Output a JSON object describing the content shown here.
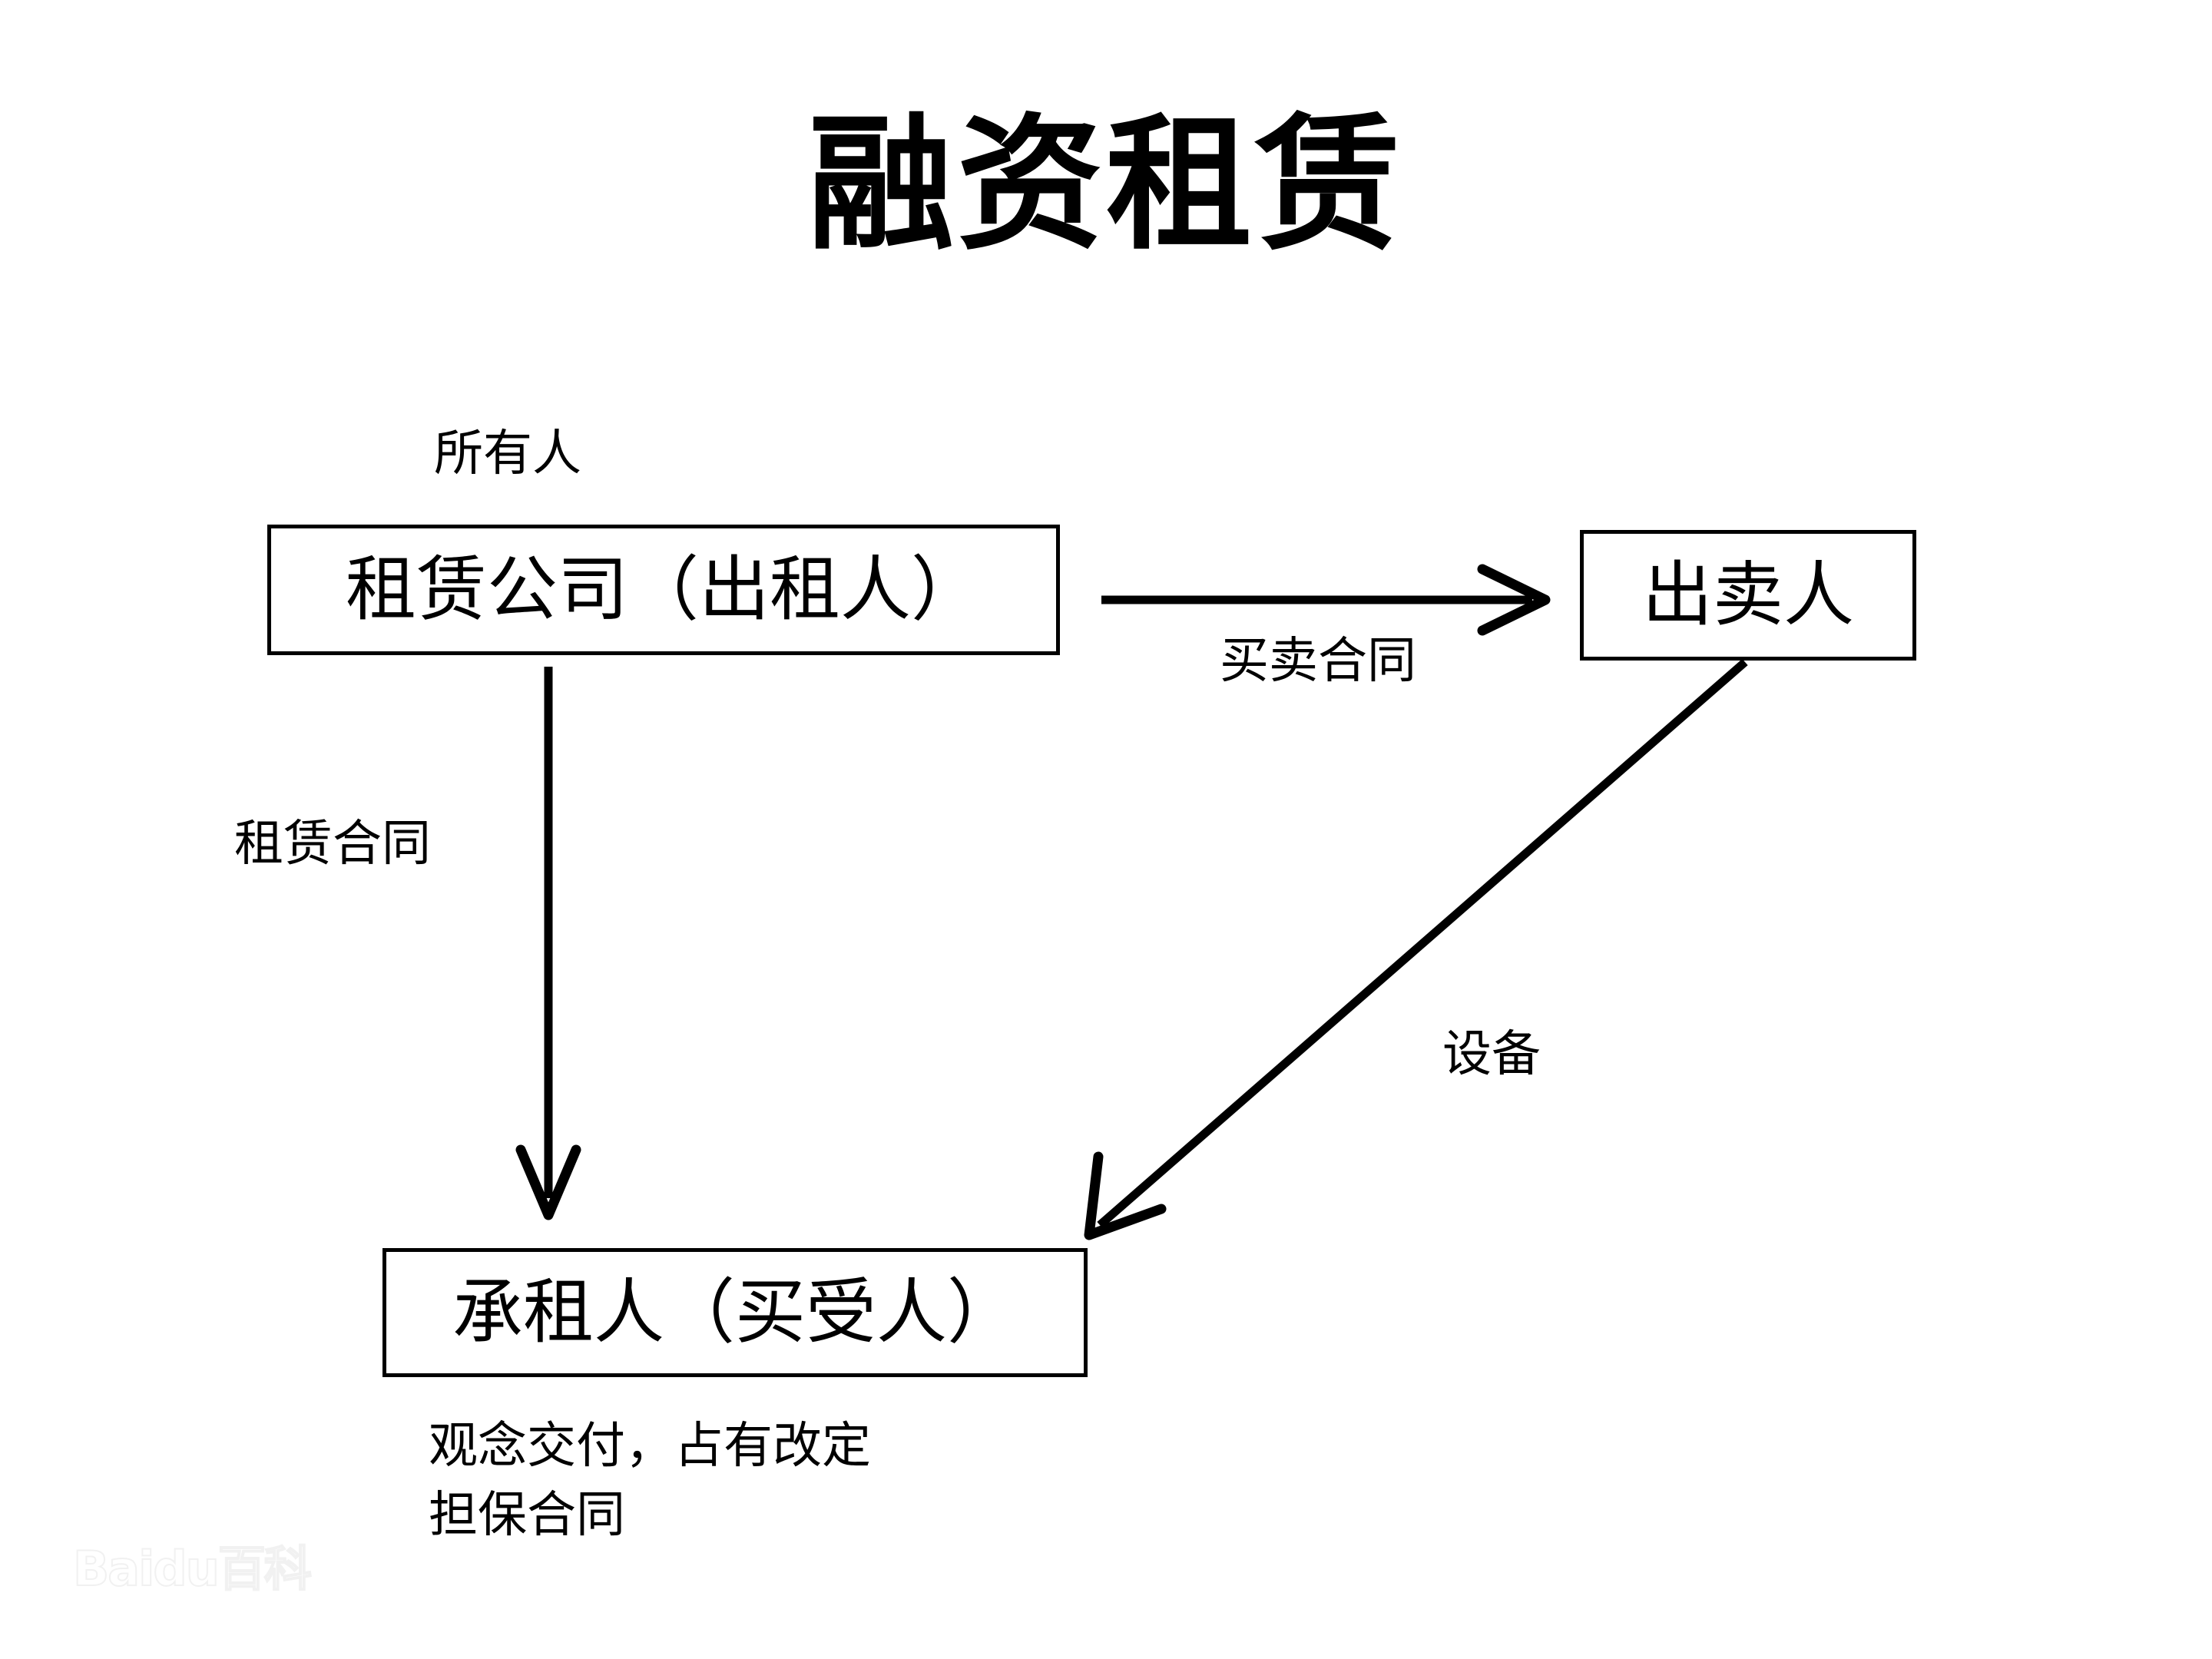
{
  "page": {
    "title": "融资租赁",
    "background_color": "#ffffff",
    "stroke_color": "#000000"
  },
  "nodes": [
    {
      "id": "lessor",
      "label": "租赁公司（出租人）"
    },
    {
      "id": "seller",
      "label": "出卖人"
    },
    {
      "id": "lessee",
      "label": "承租人（买受人）"
    }
  ],
  "labels": {
    "owner": "所有人",
    "sale_contract": "买卖合同",
    "lease_contract": "租赁合同",
    "equipment": "设备"
  },
  "notes": {
    "line1": "观念交付，占有改定",
    "line2": "担保合同"
  },
  "edges": [
    {
      "id": "lessor-to-seller",
      "from": "lessor",
      "to": "seller",
      "label": "买卖合同",
      "style": "straight-arrow",
      "direction": "right"
    },
    {
      "id": "lessor-to-lessee",
      "from": "lessor",
      "to": "lessee",
      "label": "租赁合同",
      "style": "straight-arrow",
      "direction": "down"
    },
    {
      "id": "seller-to-lessee",
      "from": "seller",
      "to": "lessee",
      "label": "设备",
      "style": "straight-arrow",
      "direction": "diagonal-down-left"
    }
  ],
  "watermark": {
    "text": "Baidu百科"
  }
}
